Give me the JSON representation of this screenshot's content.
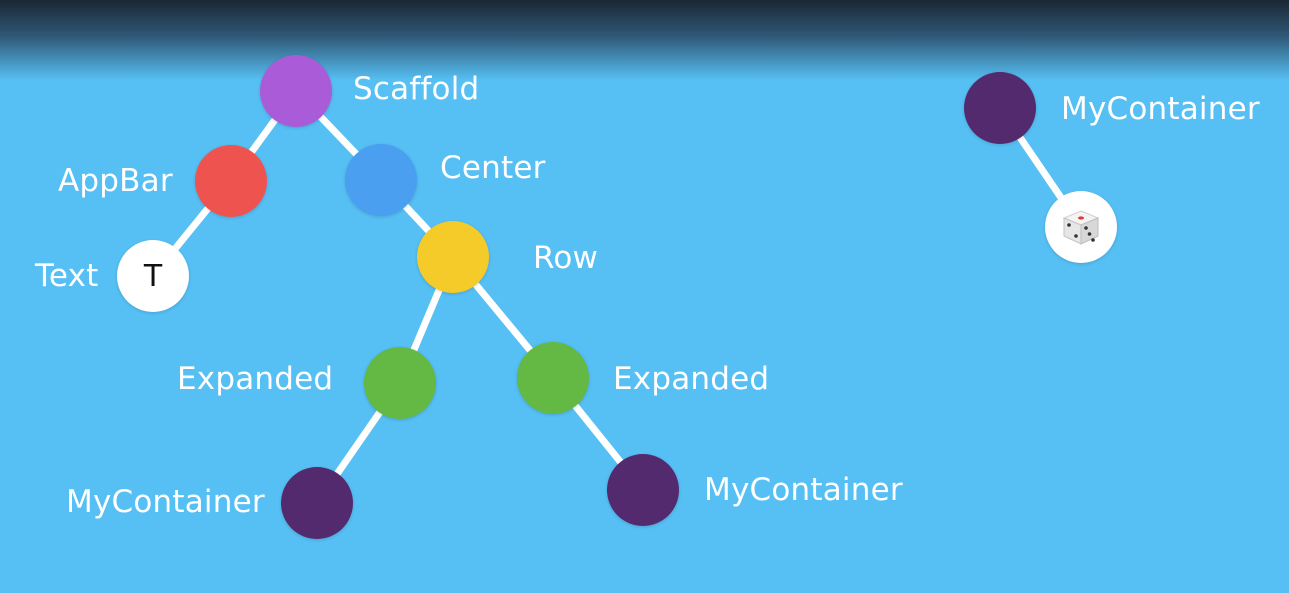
{
  "colors": {
    "background": "#56bff3",
    "edge": "#ffffff",
    "scaffold": "#a95bd8",
    "appbar": "#ef5350",
    "center": "#4a9ff0",
    "row": "#f5cb2a",
    "expanded": "#63b943",
    "mycontainer": "#532a6e",
    "text_node": "#ffffff"
  },
  "labels": {
    "scaffold": "Scaffold",
    "appbar": "AppBar",
    "center": "Center",
    "text": "Text",
    "row": "Row",
    "expanded_left": "Expanded",
    "expanded_right": "Expanded",
    "mycontainer_left": "MyContainer",
    "mycontainer_right": "MyContainer",
    "mycontainer_separate": "MyContainer"
  },
  "text_node_letter": "T",
  "die_node_icon": "dice-icon"
}
